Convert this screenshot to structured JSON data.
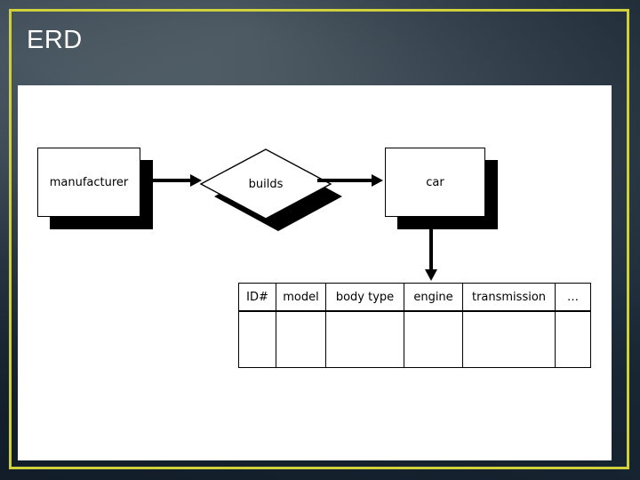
{
  "slide": {
    "title": "ERD",
    "frame_color": "#cfd13c",
    "background_color": "#3c4a56",
    "canvas_color": "#ffffff",
    "title_color": "#ffffff"
  },
  "diagram": {
    "type": "entity-relationship-diagram",
    "nodes": [
      {
        "id": "manufacturer",
        "label": "manufacturer",
        "shape": "entity-rectangle"
      },
      {
        "id": "builds",
        "label": "builds",
        "shape": "relationship-diamond"
      },
      {
        "id": "car",
        "label": "car",
        "shape": "entity-rectangle"
      }
    ],
    "edges": [
      {
        "from": "manufacturer",
        "to": "builds",
        "direction": "right"
      },
      {
        "from": "builds",
        "to": "car",
        "direction": "right"
      },
      {
        "from": "car",
        "to": "attributes-table",
        "direction": "down"
      }
    ]
  },
  "attributes_table": {
    "columns": [
      "ID#",
      "model",
      "body type",
      "engine",
      "transmission",
      "…"
    ],
    "rows": [
      [
        "",
        "",
        "",
        "",
        "",
        ""
      ]
    ]
  }
}
